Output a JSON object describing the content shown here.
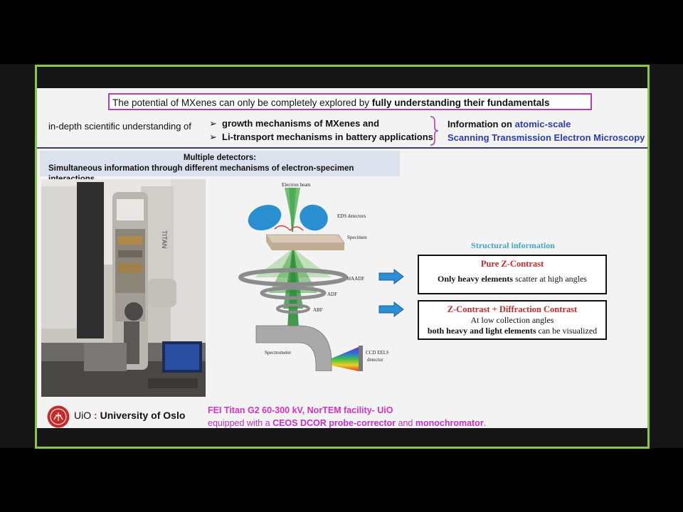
{
  "banner": {
    "prefix": "The potential of MXenes can only be completely explored by",
    "emphasis": "fully understanding their fundamentals"
  },
  "understanding": {
    "label": "in-depth scientific understanding of",
    "bullets": [
      "growth mechanisms of MXenes and",
      "Li-transport mechanisms in battery applications"
    ],
    "info_prefix": "Information on",
    "info_highlight": "atomic-scale",
    "info_line2": "Scanning Transmission Electron Microscopy"
  },
  "detectors": {
    "title": "Multiple detectors:",
    "subtitle": "Simultaneous information through different mechanisms of electron-specimen interactions"
  },
  "photo": {
    "brand": "TITAN"
  },
  "diagram": {
    "electron_beam": "Electron beam",
    "eds": "EDS detectors",
    "specimen": "Specimen",
    "haadf": "HAADF",
    "adf": "ADF",
    "abf": "ABF",
    "spectrometer": "Spectrometer",
    "ccd_line1": "CCD EELS",
    "ccd_line2": "detector"
  },
  "structural": {
    "title": "Structural information",
    "box1_title": "Pure Z-Contrast",
    "box1_bold": "Only heavy elements",
    "box1_rest": "scatter at high angles",
    "box2_title": "Z-Contrast + Diffraction Contrast",
    "box2_line1": "At low collection angles",
    "box2_bold": "both heavy and light elements",
    "box2_rest": "can be visualized"
  },
  "footer": {
    "uio_short": "UiO",
    "uio_name": "University of Oslo",
    "titan_line1": "FEI Titan G2 60-300 kV, NorTEM facility- UiO",
    "titan_line2_prefix": "equipped with a",
    "titan_line2_bold1": "CEOS DCOR probe-corrector",
    "titan_line2_and": "and",
    "titan_line2_bold2": "monochromator",
    "titan_line2_end": "."
  },
  "colors": {
    "frame": "#8dc63f",
    "banner_border": "#b340b3",
    "info_blue": "#2d3cae",
    "box_title_red": "#cc2a2a",
    "structural_teal": "#3fa8c8",
    "footer_magenta": "#d433c2"
  }
}
